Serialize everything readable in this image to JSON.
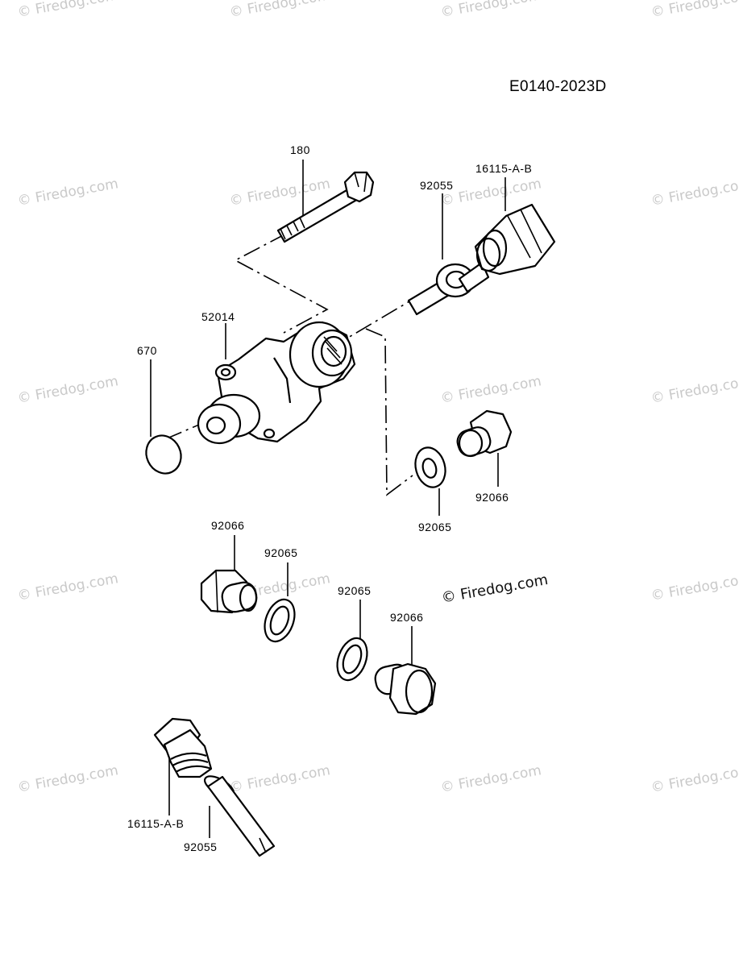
{
  "diagram_code": "E0140-2023D",
  "watermark_text": "© Firedog.com",
  "labels": {
    "bolt": "180",
    "hose_fitting_top": "16115-A-B",
    "washer_top": "92055",
    "body": "52014",
    "oring": "670",
    "washer_mid": "92065",
    "plug_mid": "92066",
    "plug_left": "92066",
    "washer_left": "92065",
    "washer_center": "92065",
    "plug_center": "92066",
    "fitting_bottom": "16115-A-B",
    "washer_bottom": "92055"
  }
}
